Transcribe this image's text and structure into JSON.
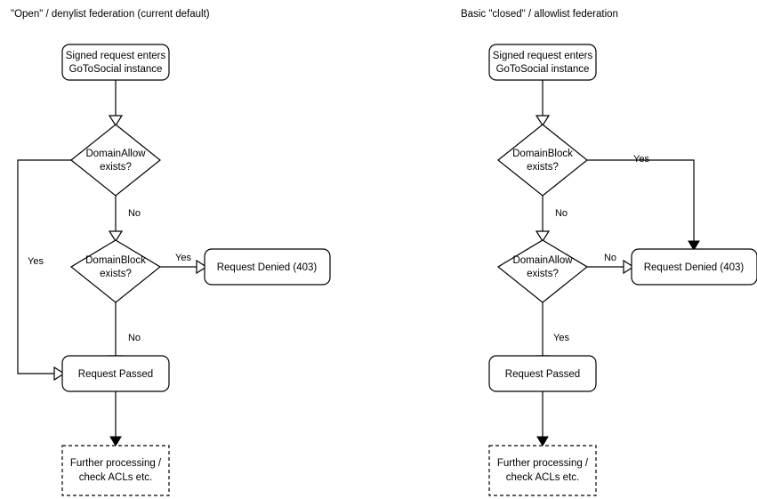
{
  "diagram": {
    "title_left": "\"Open\" / denylist federation (current default)",
    "title_right": "Basic \"closed\" / allowlist federation",
    "columns": [
      {
        "id": "denylist",
        "title": "\"Open\" / denylist federation (current default)",
        "nodes": {
          "start_line1": "Signed request enters",
          "start_line2": "GoToSocial instance",
          "decision1_line1": "DomainAllow",
          "decision1_line2": "exists?",
          "decision2_line1": "DomainBlock",
          "decision2_line2": "exists?",
          "denied": "Request Denied (403)",
          "passed": "Request Passed",
          "further_line1": "Further processing /",
          "further_line2": "check ACLs etc."
        },
        "edge_labels": {
          "allow_yes": "Yes",
          "allow_no": "No",
          "block_yes": "Yes",
          "block_no": "No"
        }
      },
      {
        "id": "allowlist",
        "title": "Basic \"closed\" / allowlist federation",
        "nodes": {
          "start_line1": "Signed request enters",
          "start_line2": "GoToSocial instance",
          "decision1_line1": "DomainBlock",
          "decision1_line2": "exists?",
          "decision2_line1": "DomainAllow",
          "decision2_line2": "exists?",
          "denied": "Request Denied (403)",
          "passed": "Request Passed",
          "further_line1": "Further processing /",
          "further_line2": "check ACLs etc."
        },
        "edge_labels": {
          "block_yes": "Yes",
          "block_no": "No",
          "allow_no": "No",
          "allow_yes": "Yes"
        }
      }
    ],
    "colors": {
      "stroke": "#000000",
      "fill": "#ffffff",
      "background": "#ffffff",
      "text": "#000000"
    }
  }
}
